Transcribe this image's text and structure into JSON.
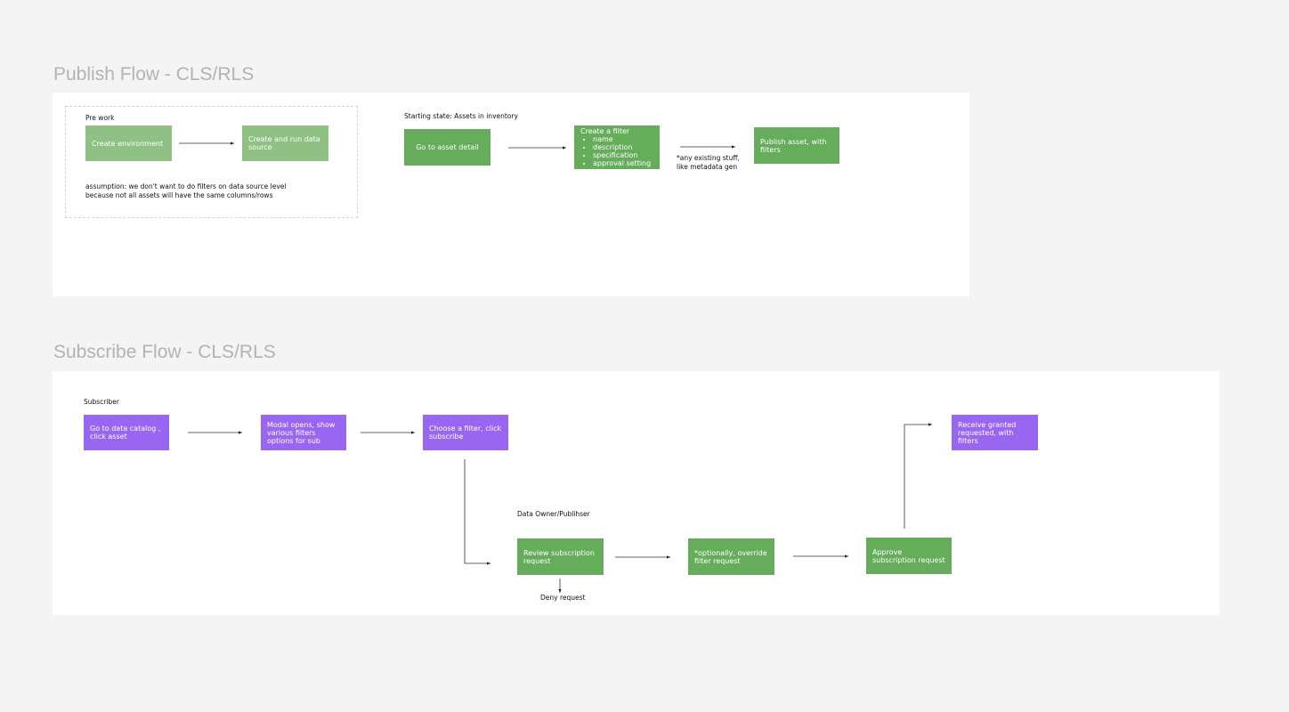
{
  "publish": {
    "title": "Publish Flow - CLS/RLS",
    "prework": {
      "label": "Pre work",
      "create_env": "Create environment",
      "create_ds": "Create and run data source",
      "assumption_line1": "assumption: we don't want to do filters on  data source level",
      "assumption_line2": "because not all assets will have the same columns/rows"
    },
    "starting_state": "Starting state: Assets in inventory",
    "go_asset": "Go to asset detail",
    "create_filter": {
      "title": "Create a filter",
      "items": [
        "name",
        "description",
        "specification",
        "approval setting"
      ]
    },
    "note_line1": "*any existing stuff,",
    "note_line2": "like metadata gen",
    "publish_asset": "Publish asset, with filters"
  },
  "subscribe": {
    "title": "Subscribe Flow - CLS/RLS",
    "subscriber_label": "Subscriber",
    "go_catalog": "Go to data catalog , click asset",
    "modal": "Modal opens, show various filters options for sub",
    "choose": "Choose a filter, click subscribe",
    "owner_label": "Data Owner/Publihser",
    "review": "Review subscription request",
    "deny": "Deny request",
    "override": "*optionally, override filter request",
    "approve": "Approve subscription request",
    "receive": "Receive granted requested, with filters"
  },
  "colors": {
    "green": "#65ad5b",
    "light_green": "#8fc185",
    "purple": "#9966f2",
    "title_gray": "#b3b3b3"
  }
}
